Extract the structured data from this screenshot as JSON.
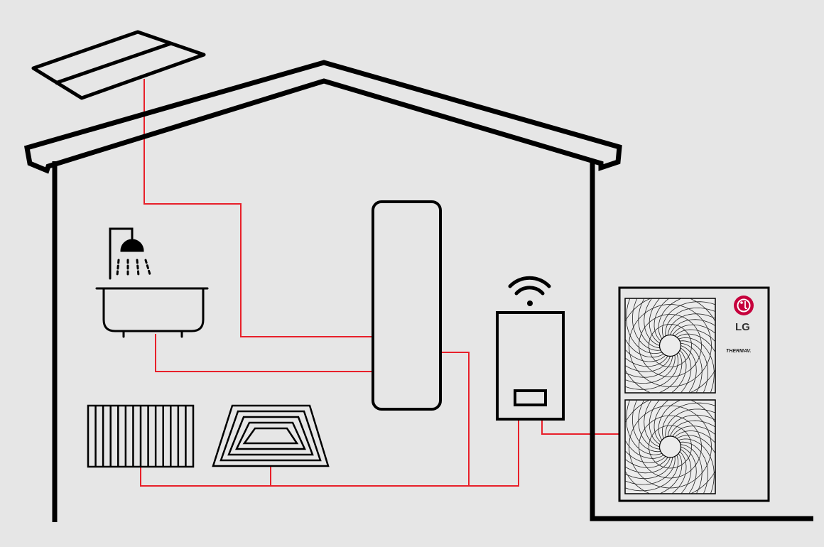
{
  "colors": {
    "background": "#e6e6e6",
    "outline": "#000000",
    "pipe": "#e8202a",
    "brand": "#c6003c",
    "fan_line": "#222222"
  },
  "outdoor_unit": {
    "brand": "LG",
    "model": "THERMAV."
  },
  "components": [
    {
      "name": "solar-panel",
      "icon": "solar-collector-icon"
    },
    {
      "name": "bathtub",
      "icon": "bathtub-shower-icon"
    },
    {
      "name": "hot-water-tank",
      "icon": "water-cylinder-icon"
    },
    {
      "name": "indoor-hydro-unit",
      "icon": "wall-boiler-icon"
    },
    {
      "name": "wifi",
      "icon": "wifi-icon"
    },
    {
      "name": "radiator",
      "icon": "radiator-icon"
    },
    {
      "name": "underfloor-heating",
      "icon": "floor-heating-icon"
    },
    {
      "name": "outdoor-heat-pump",
      "icon": "heat-pump-icon"
    }
  ]
}
